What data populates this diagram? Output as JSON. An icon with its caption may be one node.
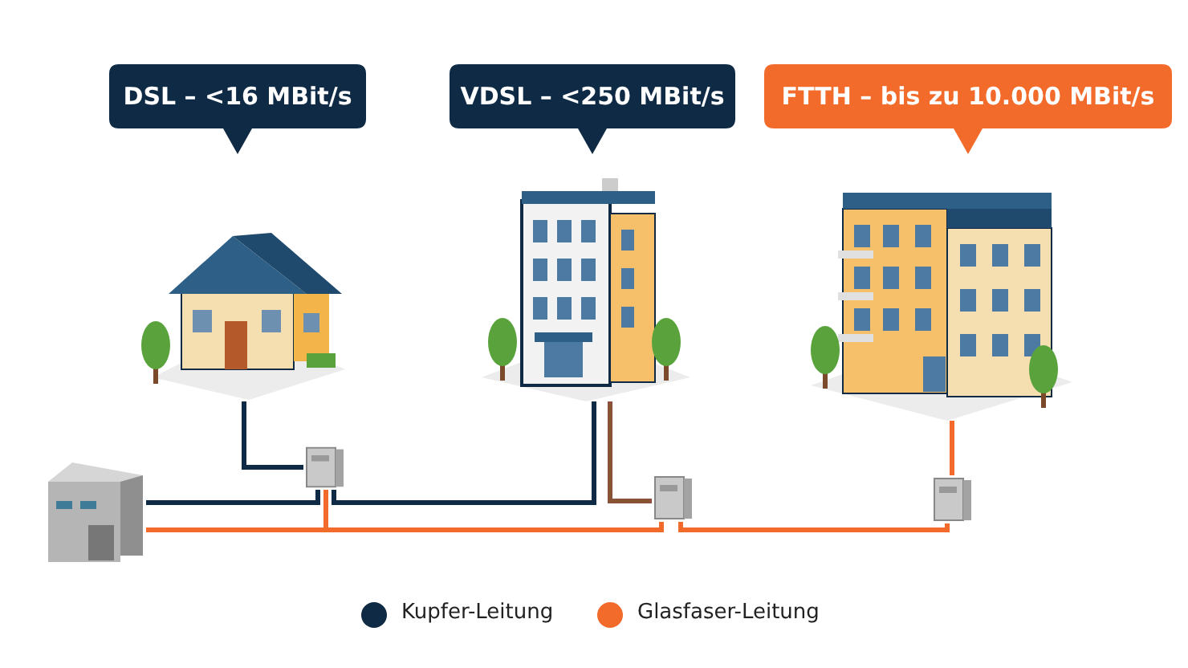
{
  "diagram": {
    "nodes": [
      {
        "text": [
          "DSL – <16 MBit/s"
        ]
      },
      {
        "text": [
          "VDSL – <250 MBit/s"
        ]
      },
      {
        "text": [
          "FTTH – bis zu 10.000 MBit/s"
        ]
      },
      {
        "text": [],
        "shape": "picture"
      },
      {
        "text": [],
        "shape": "picture"
      },
      {
        "text": [],
        "shape": "picture"
      },
      {
        "text": [],
        "shape": "picture"
      },
      {
        "text": [],
        "shape": "picture"
      },
      {
        "text": [],
        "shape": "picture"
      },
      {
        "text": [],
        "shape": "picture"
      }
    ],
    "edges": [
      {
        "from": 6,
        "to": 7,
        "arrow": "none",
        "color": "#0f2a44"
      },
      {
        "from": 7,
        "to": 3,
        "arrow": "none",
        "color": "#0f2a44"
      },
      {
        "from": 7,
        "to": 4,
        "arrow": "none",
        "color": "#0f2a44"
      },
      {
        "from": 6,
        "to": 7,
        "arrow": "none"
      },
      {
        "from": 6,
        "to": 8,
        "arrow": "none"
      },
      {
        "from": 4,
        "to": 8,
        "arrow": "none",
        "color": "#8a5236"
      },
      {
        "from": 8,
        "to": 9,
        "arrow": "none"
      },
      {
        "from": 9,
        "to": 5,
        "arrow": "none"
      }
    ],
    "legend": [
      {
        "text": "Kupfer-Leitung",
        "color": "#0f2a44"
      },
      {
        "text": "Glasfaser-Leitung",
        "color": "#f26b2a"
      }
    ]
  }
}
